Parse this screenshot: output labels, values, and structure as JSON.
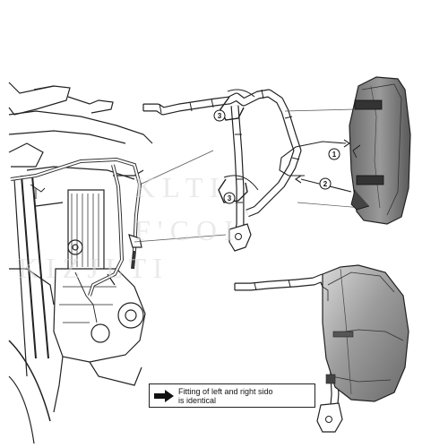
{
  "callouts": {
    "one": "1",
    "two": "2",
    "three_top": "3",
    "three_bottom": "3"
  },
  "note": {
    "line1": "Fitting of left and right sido",
    "line2": "is identical"
  },
  "icons": {
    "note_arrow": "arrow-right-icon"
  }
}
